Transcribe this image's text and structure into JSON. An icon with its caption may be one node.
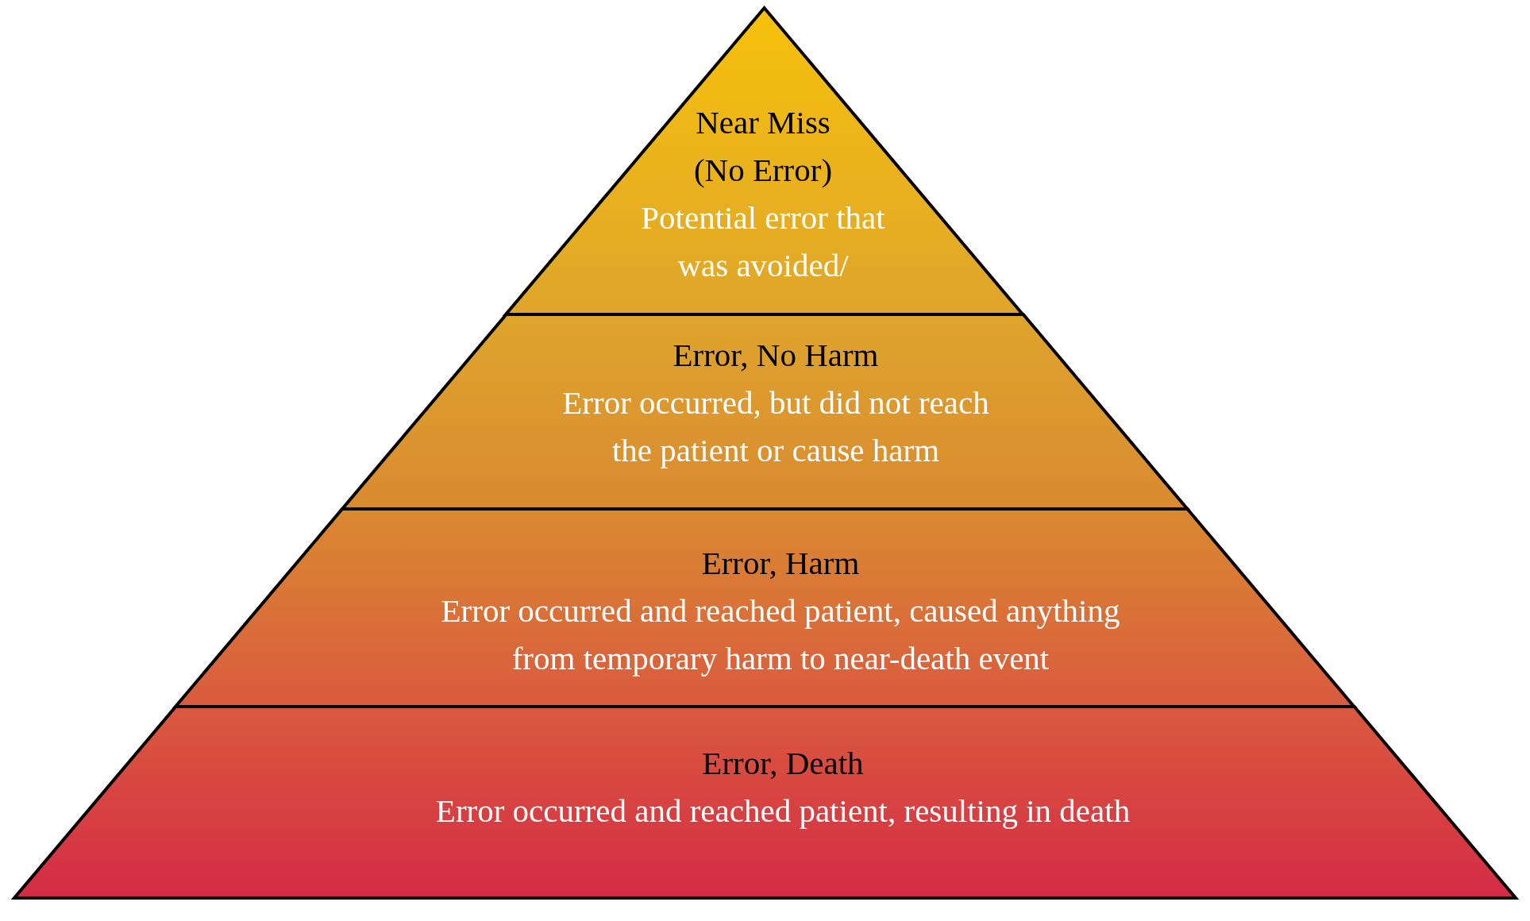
{
  "diagram": {
    "nodes": [
      {
        "text": [
          "Near Miss (No Error)",
          "Potential error that was avoided/"
        ]
      },
      {
        "text": [
          "Error, No Harm",
          "Error occurred, but did not reach the patient or cause harm"
        ]
      },
      {
        "text": [
          "Error, Harm",
          "Error occurred and reached patient, caused anything from temporary harm to near-death event"
        ]
      },
      {
        "text": [
          "Error, Death",
          "Error occurred and reached patient, resulting in death"
        ]
      }
    ]
  }
}
